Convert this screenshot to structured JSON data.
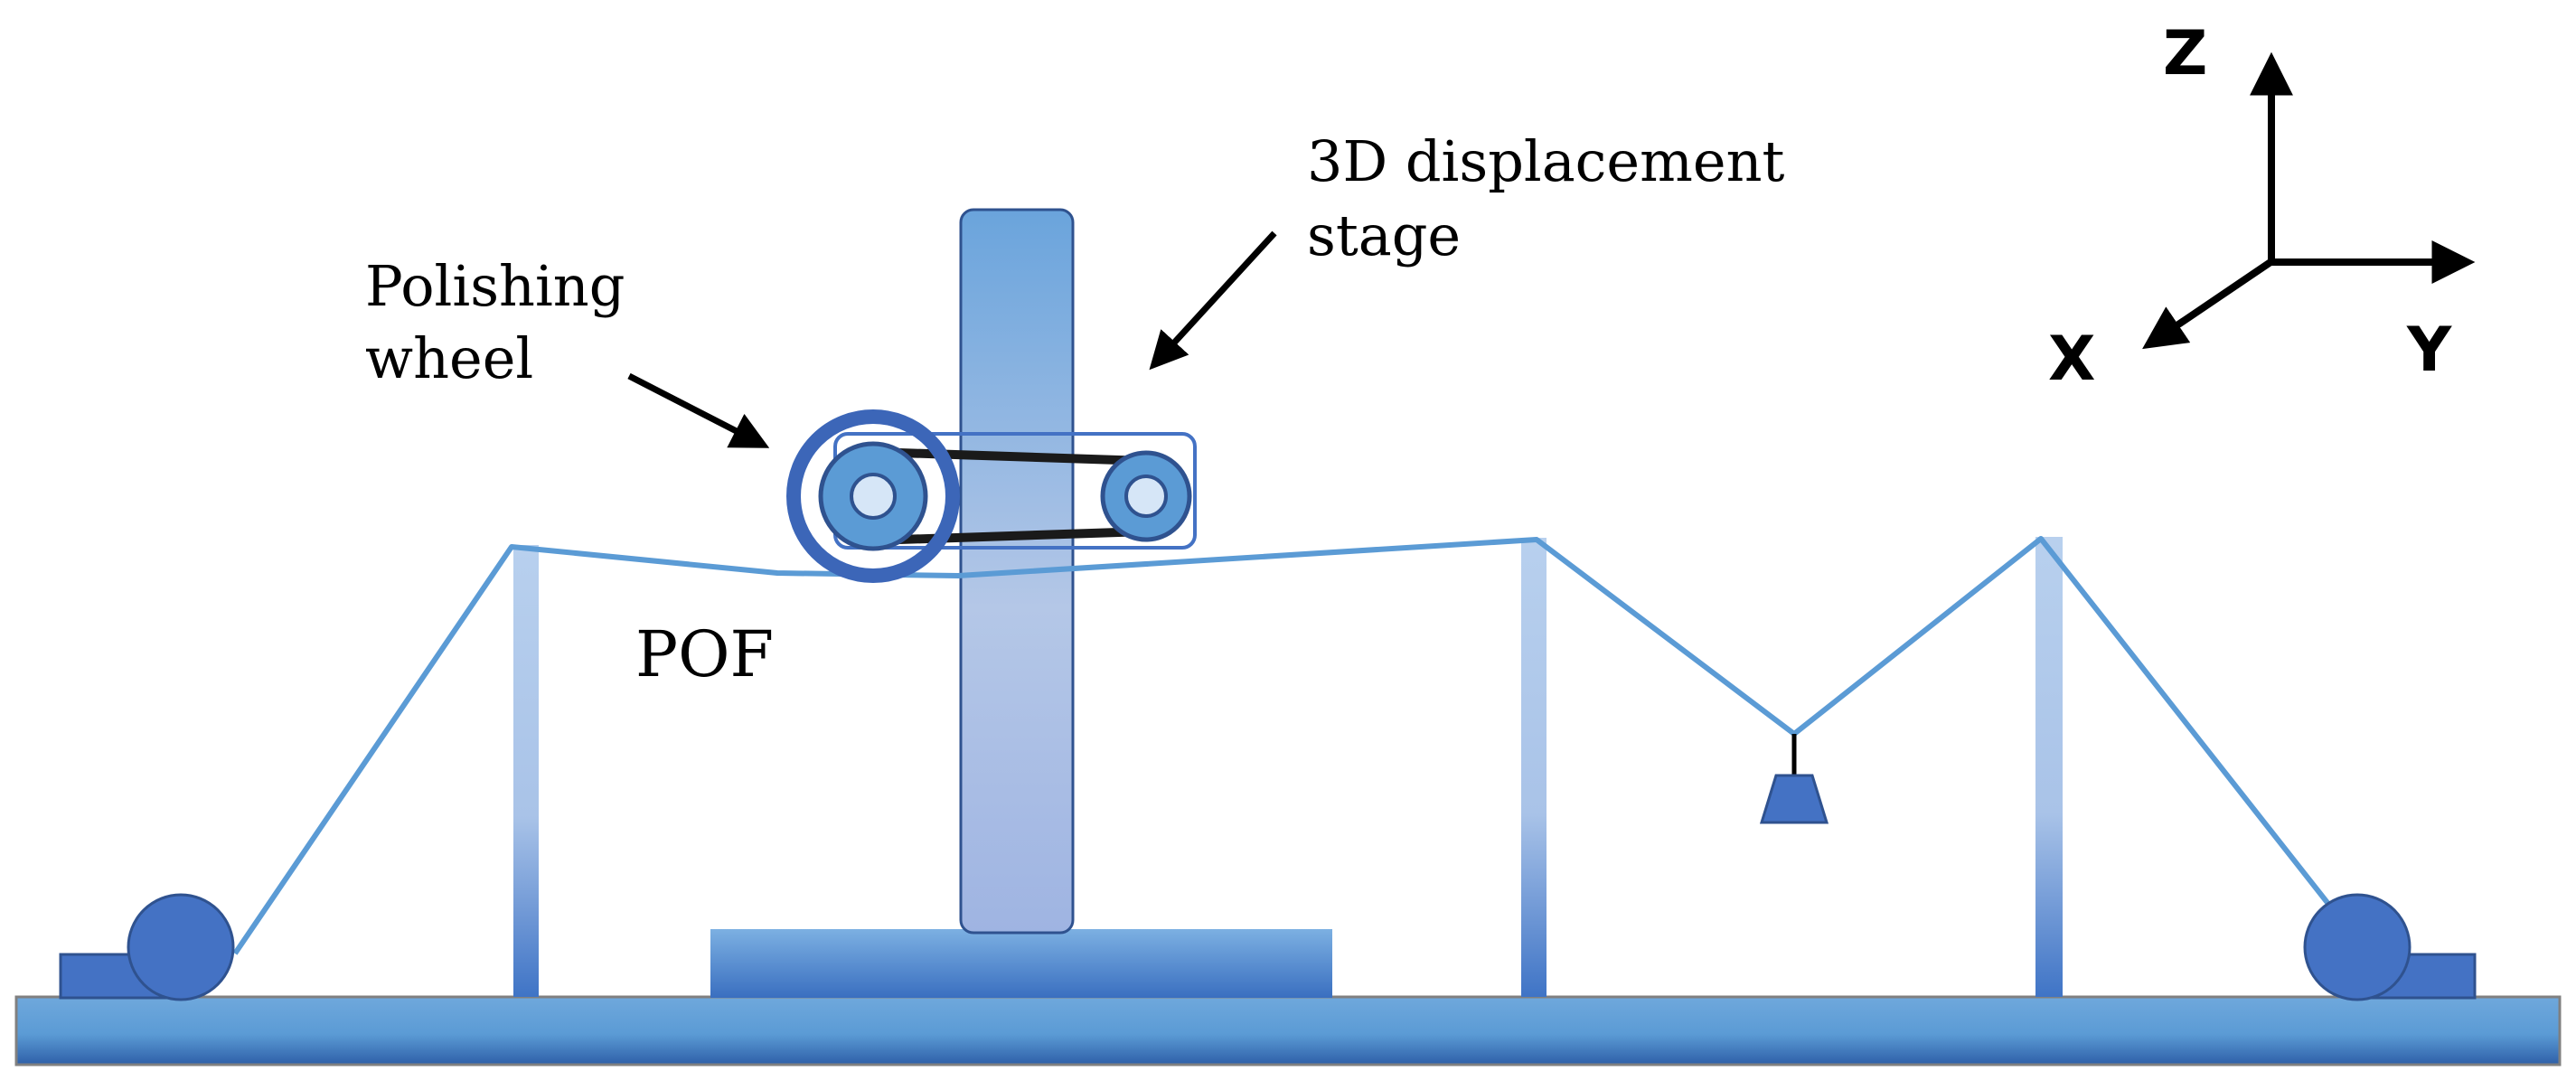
{
  "labels": {
    "wheel_line1": "Polishing",
    "wheel_line2": "wheel",
    "stage_line1": "3D displacement",
    "stage_line2": "stage",
    "fiber": "POF"
  },
  "axes": {
    "z": "Z",
    "y": "Y",
    "x": "X"
  },
  "colors": {
    "primary_blue": "#4472c4",
    "light_blue": "#5b9bd5",
    "pale_blue": "#b4c7e7",
    "fiber_line": "#5b9bd5",
    "outline": "#2f528f"
  }
}
